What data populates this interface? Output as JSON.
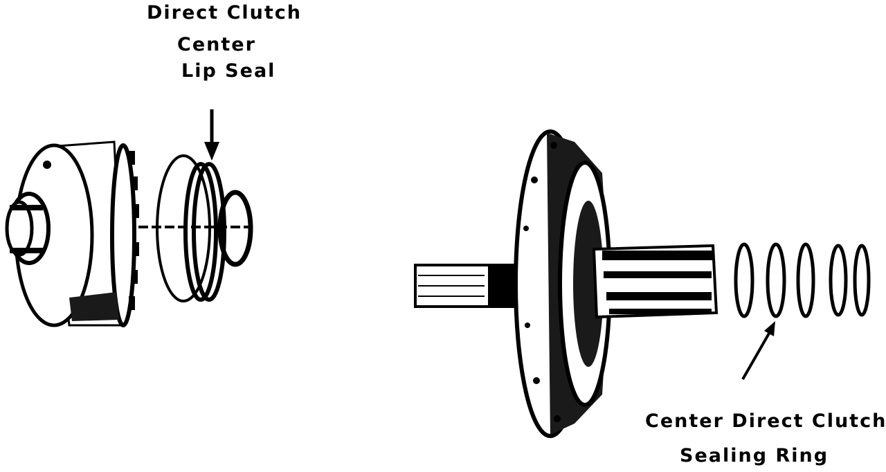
{
  "callouts": {
    "lip_seal": {
      "lines": [
        "Direct Clutch",
        "Center",
        "Lip Seal"
      ]
    },
    "sealing_ring": {
      "lines": [
        "Center Direct Clutch",
        "Sealing Ring"
      ]
    }
  },
  "colors": {
    "ink": "#000000",
    "paper": "#ffffff",
    "shade": "#1a1a1a"
  }
}
